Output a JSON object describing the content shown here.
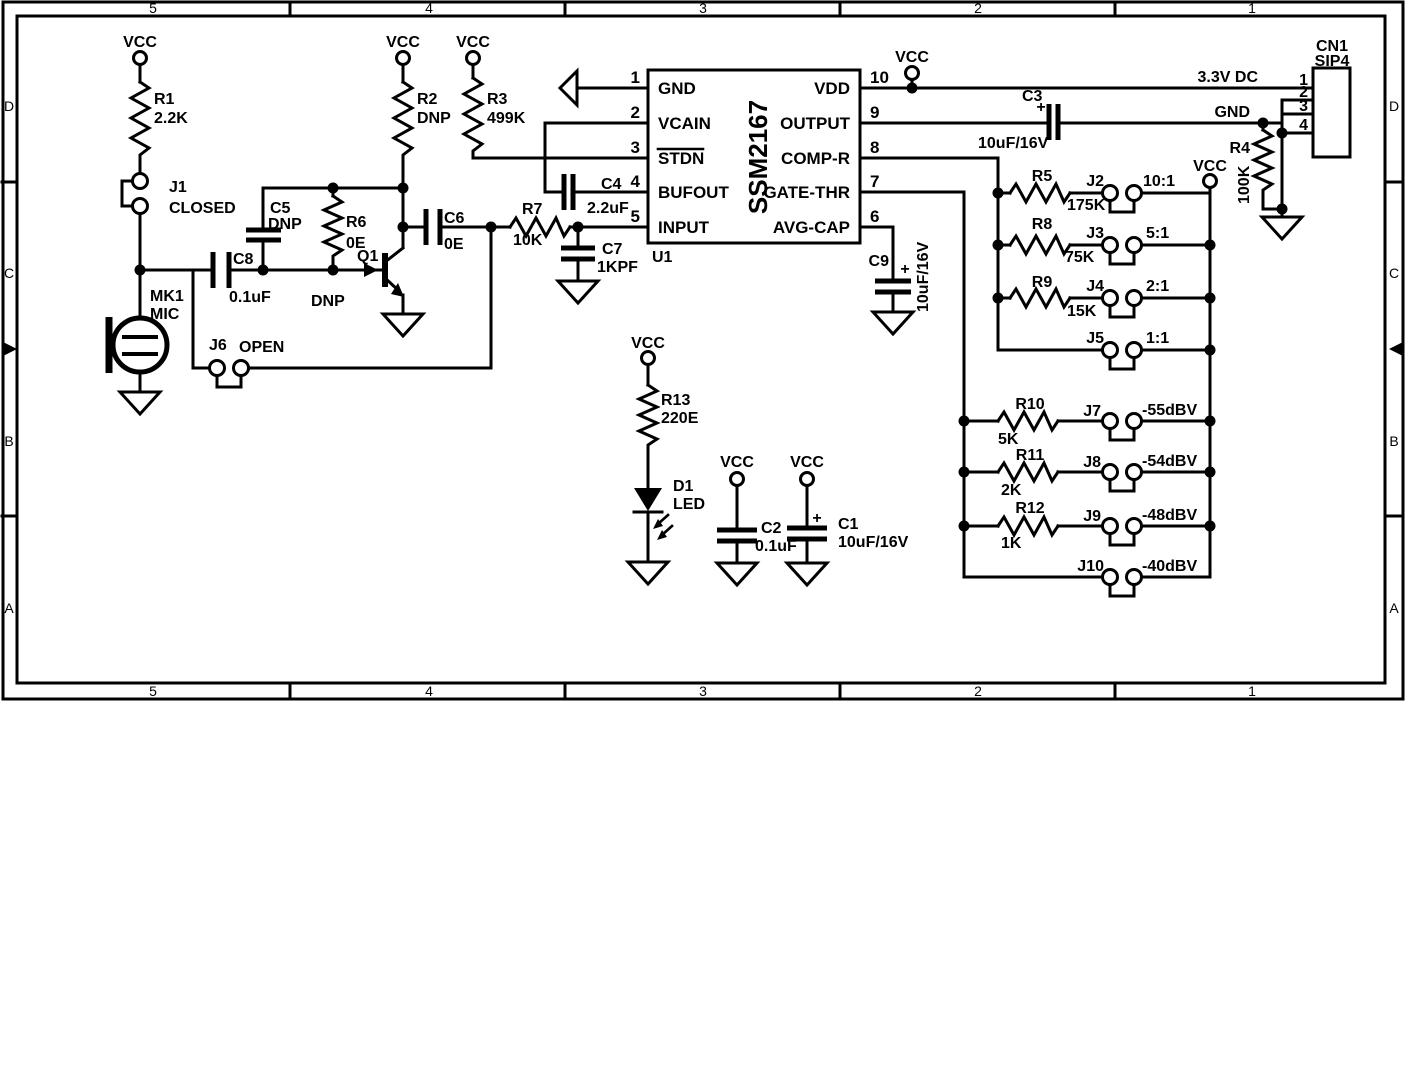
{
  "frame": {
    "cols": [
      "5",
      "4",
      "3",
      "2",
      "1"
    ],
    "rows": [
      "D",
      "C",
      "B",
      "A"
    ]
  },
  "net": {
    "vcc": "VCC",
    "v33": "3.3V DC",
    "gnd": "GND"
  },
  "symbols": {
    "plus": "+"
  },
  "ic": {
    "ref": "U1",
    "part": "SSM2167",
    "left_pins": [
      {
        "num": "1",
        "label": "GND"
      },
      {
        "num": "2",
        "label": "VCAIN"
      },
      {
        "num": "3",
        "label": "STDN"
      },
      {
        "num": "4",
        "label": "BUFOUT"
      },
      {
        "num": "5",
        "label": "INPUT"
      }
    ],
    "right_pins": [
      {
        "num": "10",
        "label": "VDD"
      },
      {
        "num": "9",
        "label": "OUTPUT"
      },
      {
        "num": "8",
        "label": "COMP-R"
      },
      {
        "num": "7",
        "label": "GATE-THR"
      },
      {
        "num": "6",
        "label": "AVG-CAP"
      }
    ]
  },
  "connector": {
    "ref": "CN1",
    "type": "SIP4",
    "pins": [
      "1",
      "2",
      "3",
      "4"
    ]
  },
  "parts": {
    "r1": {
      "ref": "R1",
      "val": "2.2K"
    },
    "r2": {
      "ref": "R2",
      "val": "DNP"
    },
    "r3": {
      "ref": "R3",
      "val": "499K"
    },
    "r4": {
      "ref": "R4",
      "val": "100K"
    },
    "r5": {
      "ref": "R5",
      "val": "175K"
    },
    "r6": {
      "ref": "R6",
      "val": "0E"
    },
    "r7": {
      "ref": "R7",
      "val": "10K"
    },
    "r8": {
      "ref": "R8",
      "val": "75K"
    },
    "r9": {
      "ref": "R9",
      "val": "15K"
    },
    "r10": {
      "ref": "R10",
      "val": "5K"
    },
    "r11": {
      "ref": "R11",
      "val": "2K"
    },
    "r12": {
      "ref": "R12",
      "val": "1K"
    },
    "r13": {
      "ref": "R13",
      "val": "220E"
    },
    "c1": {
      "ref": "C1",
      "val": "10uF/16V"
    },
    "c2": {
      "ref": "C2",
      "val": "0.1uF"
    },
    "c3": {
      "ref": "C3",
      "val": "10uF/16V"
    },
    "c4": {
      "ref": "C4",
      "val": "2.2uF"
    },
    "c5": {
      "ref": "C5",
      "val": "DNP"
    },
    "c6": {
      "ref": "C6",
      "val": "0E"
    },
    "c7": {
      "ref": "C7",
      "val": "1KPF"
    },
    "c8": {
      "ref": "C8",
      "val": "0.1uF"
    },
    "c9": {
      "ref": "C9",
      "val": "10uF/16V"
    },
    "q1": {
      "ref": "Q1",
      "val": "DNP"
    },
    "d1": {
      "ref": "D1",
      "val": "LED"
    },
    "mk1": {
      "ref": "MK1",
      "val": "MIC"
    }
  },
  "jumpers": {
    "j1": {
      "ref": "J1",
      "note": "CLOSED"
    },
    "j2": {
      "ref": "J2",
      "note": "10:1"
    },
    "j3": {
      "ref": "J3",
      "note": "5:1"
    },
    "j4": {
      "ref": "J4",
      "note": "2:1"
    },
    "j5": {
      "ref": "J5",
      "note": "1:1"
    },
    "j6": {
      "ref": "J6",
      "note": "OPEN"
    },
    "j7": {
      "ref": "J7",
      "note": "-55dBV"
    },
    "j8": {
      "ref": "J8",
      "note": "-54dBV"
    },
    "j9": {
      "ref": "J9",
      "note": "-48dBV"
    },
    "j10": {
      "ref": "J10",
      "note": "-40dBV"
    }
  }
}
